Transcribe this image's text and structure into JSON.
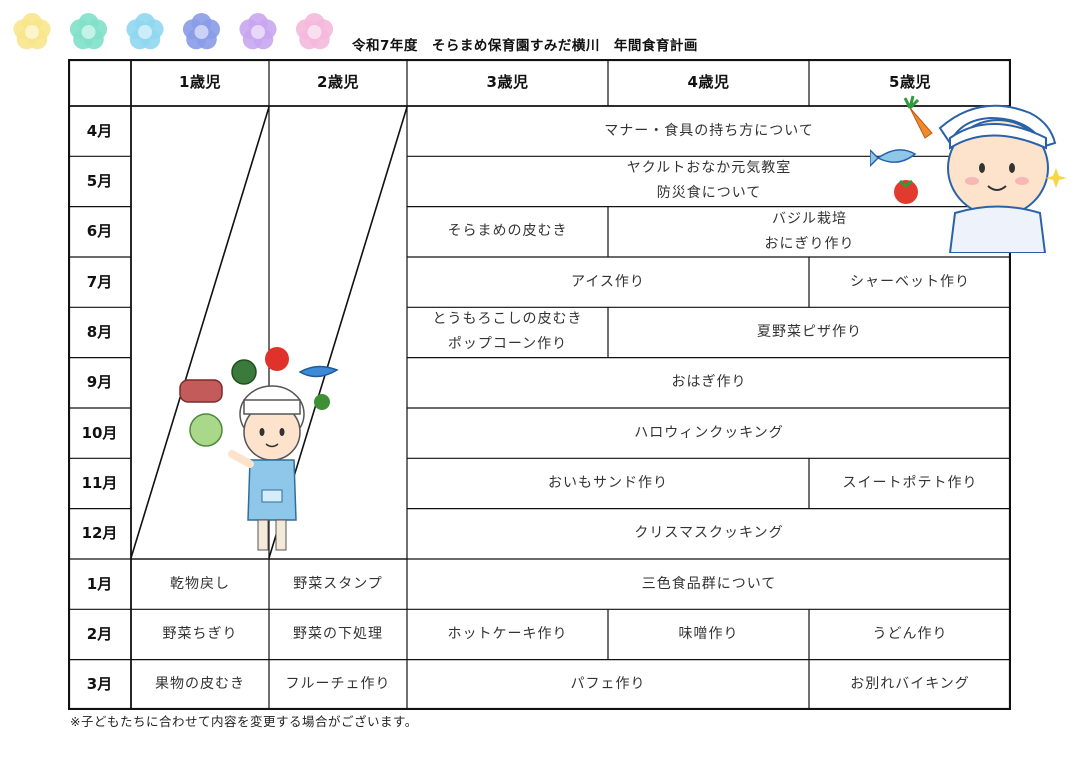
{
  "title": "令和7年度　そらまめ保育園すみだ横川　年間食育計画",
  "decorations": {
    "flower_colors": [
      "#f7e58c",
      "#7fe0c9",
      "#8fd7ef",
      "#8a9be8",
      "#c9a6ef",
      "#f4b8dc"
    ]
  },
  "table": {
    "headers": [
      "",
      "1歳児",
      "2歳児",
      "3歳児",
      "4歳児",
      "5歳児"
    ],
    "months": [
      "4月",
      "5月",
      "6月",
      "7月",
      "8月",
      "9月",
      "10月",
      "11月",
      "12月",
      "1月",
      "2月",
      "3月"
    ],
    "cells": {
      "r4_all": [
        "マナー・食具の持ち方について"
      ],
      "r5_all": [
        "ヤクルトおなか元気教室",
        "防災食について"
      ],
      "r6_3": [
        "そらまめの皮むき"
      ],
      "r6_45": [
        "バジル栽培",
        "おにぎり作り"
      ],
      "r7_34": [
        "アイス作り"
      ],
      "r7_5": [
        "シャーベット作り"
      ],
      "r8_3": [
        "とうもろこしの皮むき",
        "ポップコーン作り"
      ],
      "r8_45": [
        "夏野菜ピザ作り"
      ],
      "r9_all": [
        "おはぎ作り"
      ],
      "r10_all": [
        "ハロウィンクッキング"
      ],
      "r11_34": [
        "おいもサンド作り"
      ],
      "r11_5": [
        "スイートポテト作り"
      ],
      "r12_all": [
        "クリスマスクッキング"
      ],
      "r1_1": [
        "乾物戻し"
      ],
      "r1_2": [
        "野菜スタンプ"
      ],
      "r1_all": [
        "三色食品群について"
      ],
      "r2_1": [
        "野菜ちぎり"
      ],
      "r2_2": [
        "野菜の下処理"
      ],
      "r2_3": [
        "ホットケーキ作り"
      ],
      "r2_4": [
        "味噌作り"
      ],
      "r2_5": [
        "うどん作り"
      ],
      "r3_1": [
        "果物の皮むき"
      ],
      "r3_2": [
        "フルーチェ作り"
      ],
      "r3_34": [
        "パフェ作り"
      ],
      "r3_5": [
        "お別れバイキング"
      ]
    }
  },
  "footnote": "※子どもたちに合わせて内容を変更する場合がございます。"
}
